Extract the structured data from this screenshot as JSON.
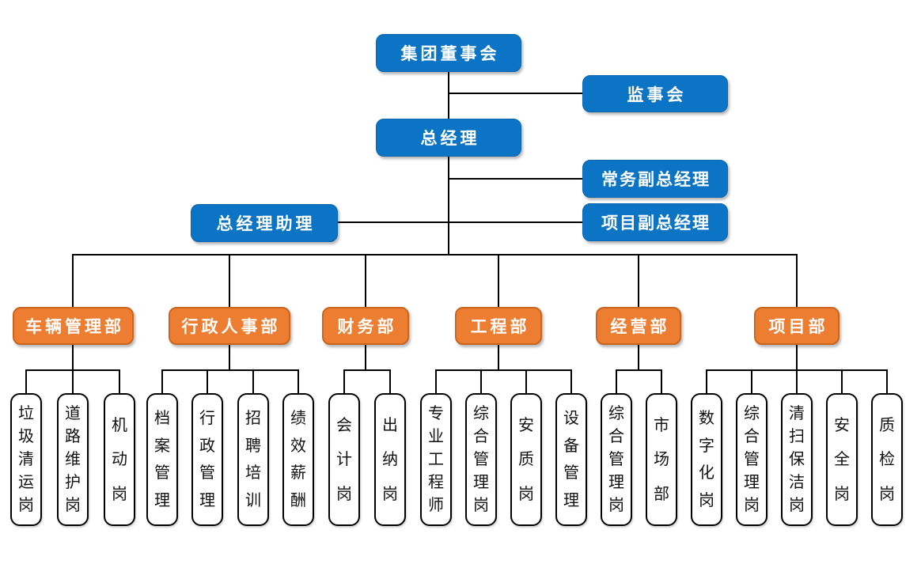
{
  "colors": {
    "executive_box": "#0C74C4",
    "department_box": "#ED7D31",
    "department_border": "#C9651E",
    "position_box_bg": "#FFFFFF",
    "position_box_border": "#000000",
    "connector_line": "#000000",
    "text_on_fill": "#FFFFFF",
    "text_dark": "#111111"
  },
  "nodes": {
    "board": "集团董事会",
    "supervisory": "监事会",
    "gm": "总经理",
    "exec_vgm": "常务副总经理",
    "gm_assistant": "总经理助理",
    "project_vgm": "项目副总经理"
  },
  "departments": [
    {
      "label": "车辆管理部",
      "positions": [
        "垃圾清运岗",
        "道路维护岗",
        "机动岗"
      ]
    },
    {
      "label": "行政人事部",
      "positions": [
        "档案管理",
        "行政管理",
        "招聘培训",
        "绩效薪酬"
      ]
    },
    {
      "label": "财务部",
      "positions": [
        "会计岗",
        "出纳岗"
      ]
    },
    {
      "label": "工程部",
      "positions": [
        "专业工程师",
        "综合管理岗",
        "安质岗",
        "设备管理"
      ]
    },
    {
      "label": "经营部",
      "positions": [
        "综合管理岗",
        "市场部"
      ]
    },
    {
      "label": "项目部",
      "positions": [
        "数字化岗",
        "综合管理岗",
        "清扫保洁岗",
        "安全岗",
        "质检岗"
      ]
    }
  ]
}
